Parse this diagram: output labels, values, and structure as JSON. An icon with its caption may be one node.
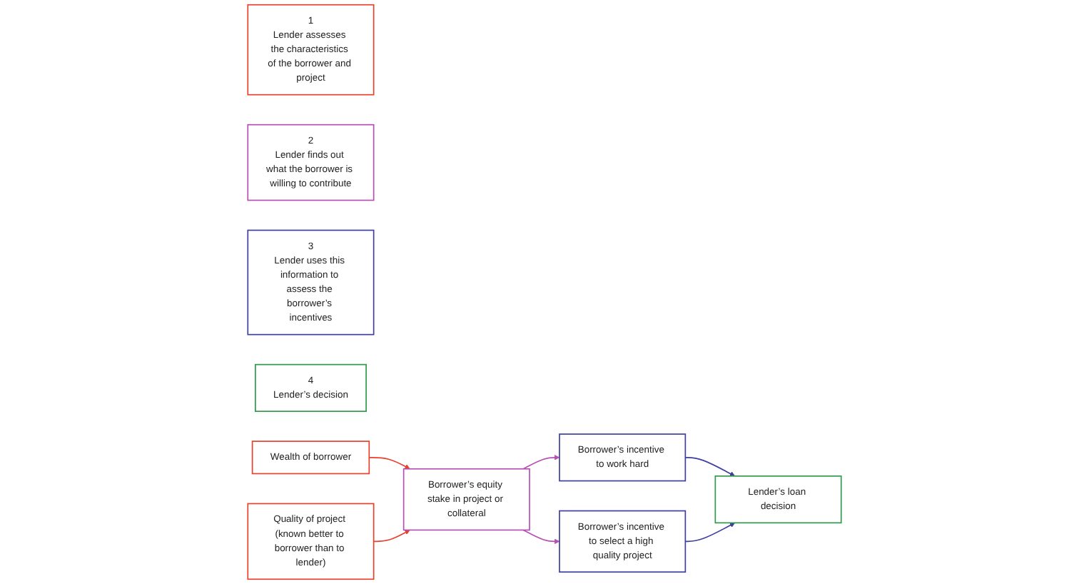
{
  "diagram": {
    "nodes": [
      {
        "text": [
          "1",
          "Lender assesses the characteristics of the borrower and project"
        ]
      },
      {
        "text": [
          "2",
          "Lender finds out what the borrower is willing to contribute"
        ]
      },
      {
        "text": [
          "3",
          "Lender uses this information to assess the borrower’s incentives"
        ]
      },
      {
        "text": [
          "4",
          "Lender’s decision"
        ]
      },
      {
        "text": [
          "Wealth of borrower"
        ]
      },
      {
        "text": [
          "Quality of project (known better to borrower than to lender)"
        ]
      },
      {
        "text": [
          "Borrower’s equity stake in project or collateral"
        ]
      },
      {
        "text": [
          "Borrower’s incentive to work hard"
        ]
      },
      {
        "text": [
          "Borrower’s incentive to select a high quality project"
        ]
      },
      {
        "text": [
          "Lender’s loan decision"
        ]
      }
    ],
    "edges": [
      {
        "from": 4,
        "to": 6,
        "arrow": "to",
        "color": "#e8402c"
      },
      {
        "from": 5,
        "to": 6,
        "arrow": "to",
        "color": "#e8402c"
      },
      {
        "from": 6,
        "to": 7,
        "arrow": "to",
        "color": "#b64fb4"
      },
      {
        "from": 6,
        "to": 8,
        "arrow": "to",
        "color": "#b64fb4"
      },
      {
        "from": 7,
        "to": 9,
        "arrow": "to",
        "color": "#3d3f9e"
      },
      {
        "from": 8,
        "to": 9,
        "arrow": "to",
        "color": "#3d3f9e"
      }
    ]
  }
}
